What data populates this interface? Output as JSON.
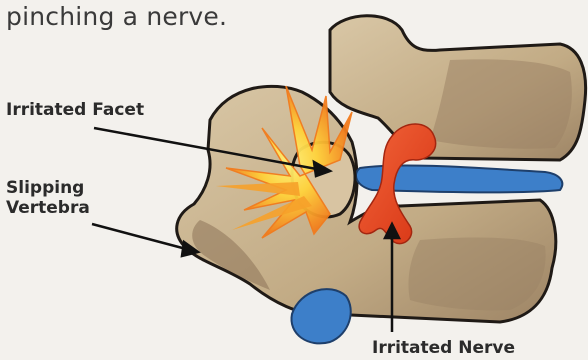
{
  "caption": "pinching a nerve.",
  "labels": {
    "irritated_facet": "Irritated Facet",
    "slipping_vertebra_line1": "Slipping",
    "slipping_vertebra_line2": "Vertebra",
    "irritated_nerve": "Irritated Nerve"
  },
  "colors": {
    "background": "#f3f1ed",
    "bone": "#cbb693",
    "bone_dark": "#8c7358",
    "outline": "#1f1a16",
    "disc_blue": "#3d7fc9",
    "nerve_red": "#e6421e",
    "burst_orange": "#f27b1c",
    "burst_yellow": "#ffd23a"
  }
}
